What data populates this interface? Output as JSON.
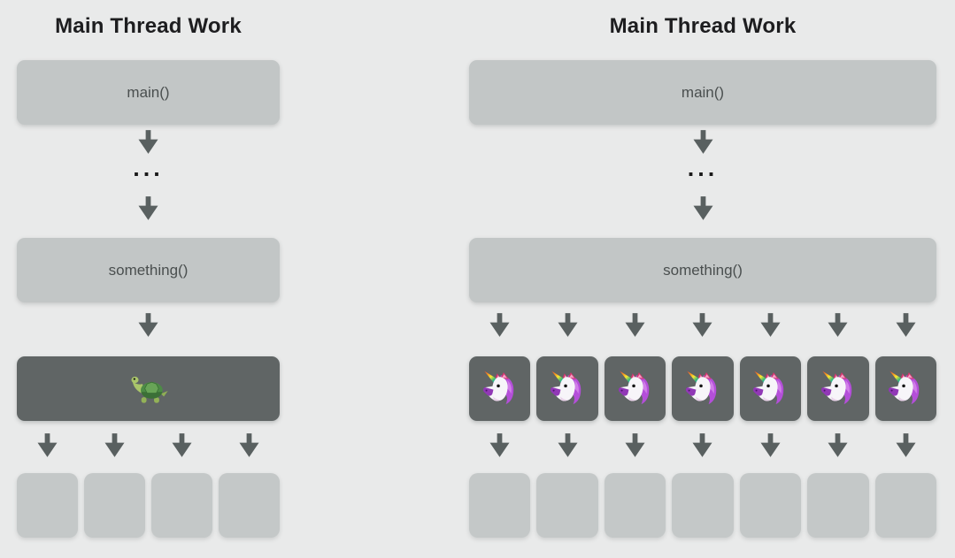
{
  "colors": {
    "background": "#e9eaea",
    "box_light": "#c2c6c6",
    "box_dark": "#606565",
    "slot_box": "#c4c8c8",
    "arrow": "#596060",
    "title_text": "#1d1d1f",
    "box_label_text": "#4a4f4f",
    "ellipsis_text": "#1a1a1a"
  },
  "panels": [
    {
      "name": "sequential-slow",
      "title": "Main Thread Work",
      "main_label": "main()",
      "ellipsis": "...",
      "something_label": "something()",
      "task_icon": "turtle-icon",
      "task_count": 1,
      "arrows_into_tasks": 1,
      "arrows_out_of_tasks": 4,
      "slot_count": 4
    },
    {
      "name": "parallel-fast",
      "title": "Main Thread Work",
      "main_label": "main()",
      "ellipsis": "...",
      "something_label": "something()",
      "task_icon": "unicorn-icon",
      "task_count": 7,
      "arrows_into_tasks": 7,
      "arrows_out_of_tasks": 7,
      "slot_count": 7
    }
  ]
}
